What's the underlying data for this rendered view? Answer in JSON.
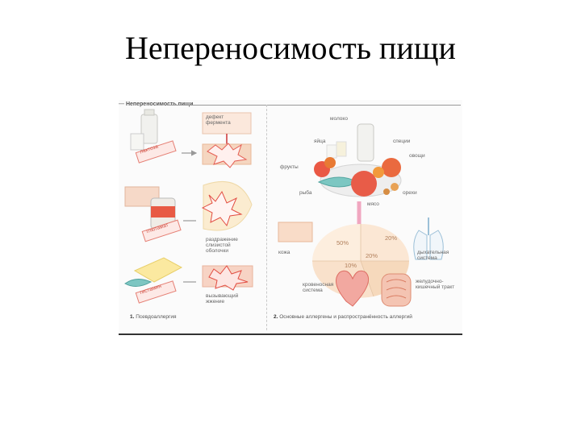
{
  "slide": {
    "title": "Непереносимость пищи"
  },
  "figure": {
    "heading": "Непереносимость пищи",
    "left": {
      "defect_label": "дефект фермента",
      "lactose_tag": "лактоза",
      "protein_tag": "глютамат",
      "histamine_tag": "гистамин",
      "irritation_label": "раздражение слизистой оболочки",
      "vessel_label": "вызывающий жжение",
      "caption_num": "1.",
      "caption_text": "Псевдоаллергия"
    },
    "right": {
      "food_labels": {
        "milk": "молоко",
        "eggs": "яйца",
        "spices": "специи",
        "fruits": "фрукты",
        "vegetables": "овощи",
        "fish": "рыба",
        "nuts": "орехи",
        "meat": "мясо"
      },
      "organ_labels": {
        "skin": "кожа",
        "respiratory": "дыхательная система",
        "blood": "кровеносная система",
        "gi": "желудочно-кишечный тракт"
      },
      "pie_percent": [
        "50%",
        "20%",
        "20%",
        "10%"
      ],
      "caption_num": "2.",
      "caption_text": "Основные аллергены и распространённость аллергий"
    }
  }
}
